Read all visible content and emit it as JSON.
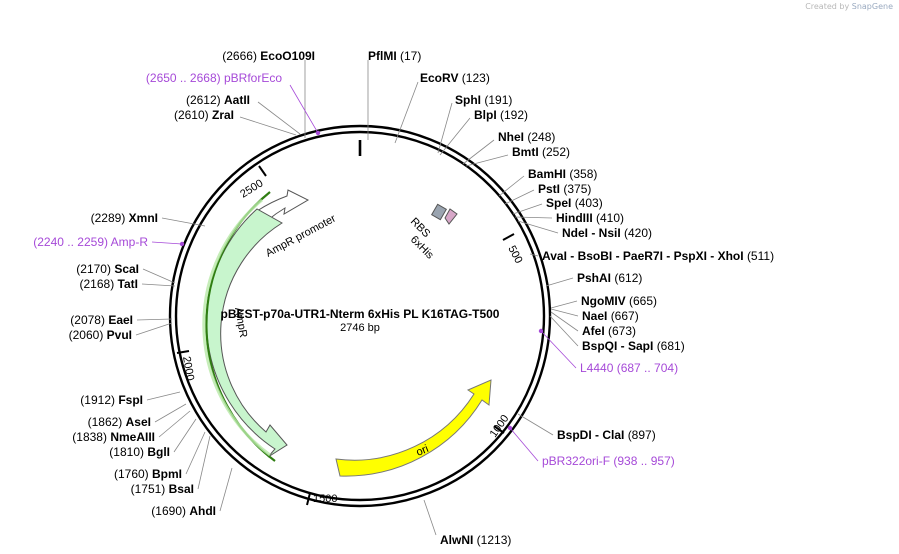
{
  "credit": {
    "prefix": "Created by",
    "brand": "SnapGene"
  },
  "plasmid": {
    "name": "pBEST-p70a-UTR1-Nterm 6xHis PL K16TAG-T500",
    "length_label": "2746 bp",
    "total_bp": 2746
  },
  "ticks": [
    "500",
    "1000",
    "1500",
    "2000",
    "2500"
  ],
  "features": [
    {
      "label": "AmpR promoter"
    },
    {
      "label": "AmpR"
    },
    {
      "label": "ori"
    },
    {
      "label": "RBS"
    },
    {
      "label": "6xHis"
    }
  ],
  "sites": [
    {
      "pos": "(2666)",
      "name": "EcoO109I"
    },
    {
      "pos": "(2650 .. 2668)",
      "name": "pBRforEco",
      "primer": true
    },
    {
      "pos": "(2612)",
      "name": "AatII"
    },
    {
      "pos": "(2610)",
      "name": "ZraI"
    },
    {
      "pos": "(2289)",
      "name": "XmnI"
    },
    {
      "pos": "(2240 .. 2259)",
      "name": "Amp-R",
      "primer": true
    },
    {
      "pos": "(2170)",
      "name": "ScaI"
    },
    {
      "pos": "(2168)",
      "name": "TatI"
    },
    {
      "pos": "(2078)",
      "name": "EaeI"
    },
    {
      "pos": "(2060)",
      "name": "PvuI"
    },
    {
      "pos": "(1912)",
      "name": "FspI"
    },
    {
      "pos": "(1862)",
      "name": "AseI"
    },
    {
      "pos": "(1838)",
      "name": "NmeAIII"
    },
    {
      "pos": "(1810)",
      "name": "BglI"
    },
    {
      "pos": "(1760)",
      "name": "BpmI"
    },
    {
      "pos": "(1751)",
      "name": "BsaI"
    },
    {
      "pos": "(1690)",
      "name": "AhdI"
    },
    {
      "name": "PflMI",
      "pos": "(17)"
    },
    {
      "name": "EcoRV",
      "pos": "(123)"
    },
    {
      "name": "SphI",
      "pos": "(191)"
    },
    {
      "name": "BlpI",
      "pos": "(192)"
    },
    {
      "name": "NheI",
      "pos": "(248)"
    },
    {
      "name": "BmtI",
      "pos": "(252)"
    },
    {
      "name": "BamHI",
      "pos": "(358)"
    },
    {
      "name": "PstI",
      "pos": "(375)"
    },
    {
      "name": "SpeI",
      "pos": "(403)"
    },
    {
      "name": "HindIII",
      "pos": "(410)"
    },
    {
      "name": "NdeI  - NsiI",
      "pos": "(420)"
    },
    {
      "name": "AvaI  - BsoBI  - PaeR7I  - PspXI  - XhoI",
      "pos": "(511)"
    },
    {
      "name": "PshAI",
      "pos": "(612)"
    },
    {
      "name": "NgoMIV",
      "pos": "(665)"
    },
    {
      "name": "NaeI",
      "pos": "(667)"
    },
    {
      "name": "AfeI",
      "pos": "(673)"
    },
    {
      "name": "BspQI  - SapI",
      "pos": "(681)"
    },
    {
      "name": "L4440",
      "pos": "(687 .. 704)",
      "primer": true
    },
    {
      "name": "BspDI  - ClaI",
      "pos": "(897)"
    },
    {
      "name": "pBR322ori-F",
      "pos": "(938 .. 957)",
      "primer": true
    },
    {
      "name": "AlwNI",
      "pos": "(1213)"
    }
  ]
}
